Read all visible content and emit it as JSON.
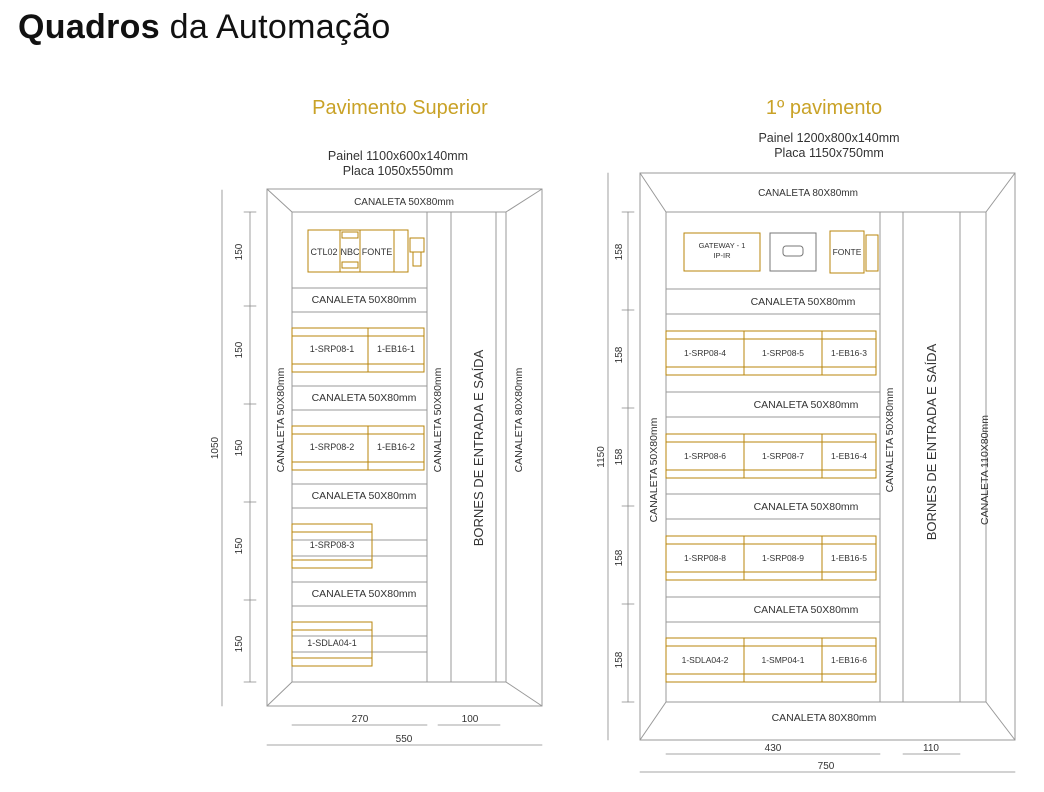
{
  "title_bold": "Quadros",
  "title_rest": " da Automação",
  "colors": {
    "accent": "#c9a227",
    "line": "#888888",
    "module": "#b8860b"
  },
  "left": {
    "heading": "Pavimento Superior",
    "painel": "Painel 1100x600x140mm",
    "placa": "Placa 1050x550mm",
    "top_duct": "CANALETA 50X80mm",
    "left_duct": "CANALETA 50X80mm",
    "mid_duct": "CANALETA 50X80mm",
    "bornes": "BORNES DE ENTRADA E SAÍDA",
    "right_duct": "CANALETA 80X80mm",
    "ctl": "CTL02",
    "nbc": "NBC",
    "fonte": "FONTE",
    "row_ducts": [
      "CANALETA 50X80mm",
      "CANALETA 50X80mm",
      "CANALETA 50X80mm",
      "CANALETA 50X80mm"
    ],
    "modules": [
      "1-SRP08-1",
      "1-EB16-1",
      "1-SRP08-2",
      "1-EB16-2",
      "1-SRP08-3",
      "1-SDLA04-1"
    ],
    "dims": {
      "rows": [
        "150",
        "150",
        "150",
        "150",
        "150"
      ],
      "height": "1050",
      "w1": "270",
      "w2": "100",
      "total": "550"
    }
  },
  "right": {
    "heading": "1º pavimento",
    "painel": "Painel 1200x800x140mm",
    "placa": "Placa 1150x750mm",
    "top_duct": "CANALETA 80X80mm",
    "bottom_duct": "CANALETA 80X80mm",
    "left_duct": "CANALETA 50X80mm",
    "mid_duct": "CANALETA 50X80mm",
    "bornes": "BORNES DE ENTRADA E SAÍDA",
    "right_duct": "CANALETA 110X80mm",
    "gateway": "GATEWAY - 1",
    "gateway2": "IP-IR",
    "fonte": "FONTE",
    "row_ducts": [
      "CANALETA 50X80mm",
      "CANALETA 50X80mm",
      "CANALETA 50X80mm",
      "CANALETA 50X80mm"
    ],
    "modules": [
      "1-SRP08-4",
      "1-SRP08-5",
      "1-EB16-3",
      "1-SRP08-6",
      "1-SRP08-7",
      "1-EB16-4",
      "1-SRP08-8",
      "1-SRP08-9",
      "1-EB16-5",
      "1-SDLA04-2",
      "1-SMP04-1",
      "1-EB16-6"
    ],
    "dims": {
      "rows": [
        "158",
        "158",
        "158",
        "158",
        "158"
      ],
      "height": "1150",
      "w1": "430",
      "w2": "110",
      "total": "750"
    }
  }
}
